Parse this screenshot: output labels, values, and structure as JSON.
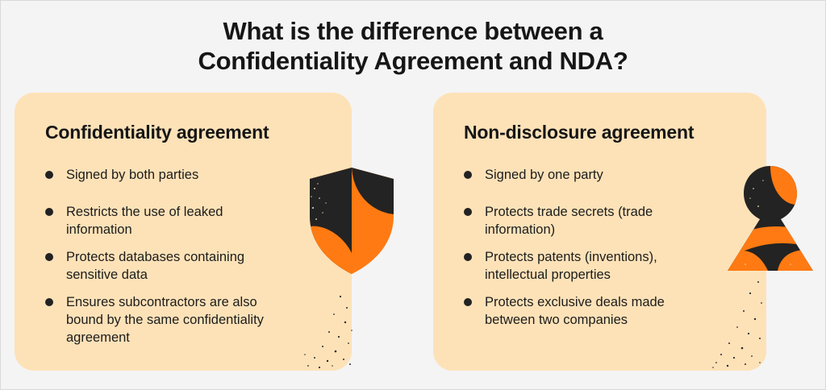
{
  "header": {
    "title_line1": "What is the difference between a",
    "title_line2": "Confidentiality Agreement and NDA?"
  },
  "left_card": {
    "heading": "Confidentiality agreement",
    "items": [
      "Signed by both parties",
      "Restricts the use of leaked information",
      "Protects databases containing sensitive data",
      "Ensures subcontractors are also bound by the same confidentiality agreement"
    ]
  },
  "right_card": {
    "heading": "Non-disclosure agreement",
    "items": [
      "Signed by one party",
      "Protects trade secrets (trade information)",
      "Protects patents (inventions), intellectual properties",
      "Protects exclusive deals made between two companies"
    ]
  },
  "colors": {
    "card_background": "#fde2b8",
    "accent_orange": "#ff7a12",
    "dark": "#222222",
    "page_background": "#f4f4f4"
  },
  "icons": {
    "left_illustration": "shield-icon",
    "right_illustration": "keyhole-icon"
  }
}
